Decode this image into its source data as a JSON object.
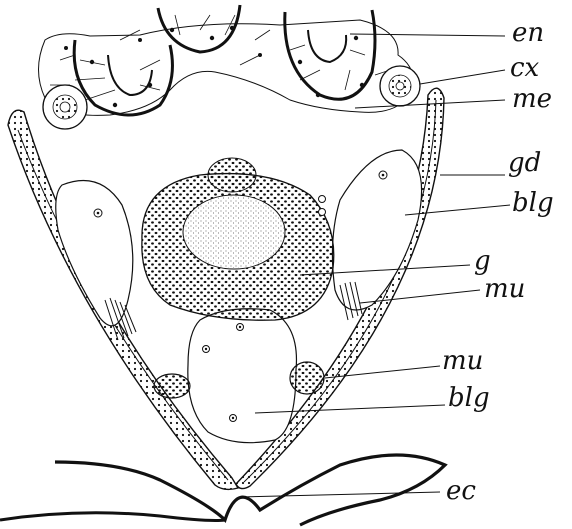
{
  "labels": {
    "en": "en",
    "cx": "cx",
    "me": "me",
    "gd": "gd",
    "blg_upper": "blg",
    "g": "g",
    "mu_upper": "mu",
    "mu_lower": "mu",
    "blg_lower": "blg",
    "ec": "ec"
  },
  "colors": {
    "ink": "#111111",
    "paper": "#ffffff"
  }
}
